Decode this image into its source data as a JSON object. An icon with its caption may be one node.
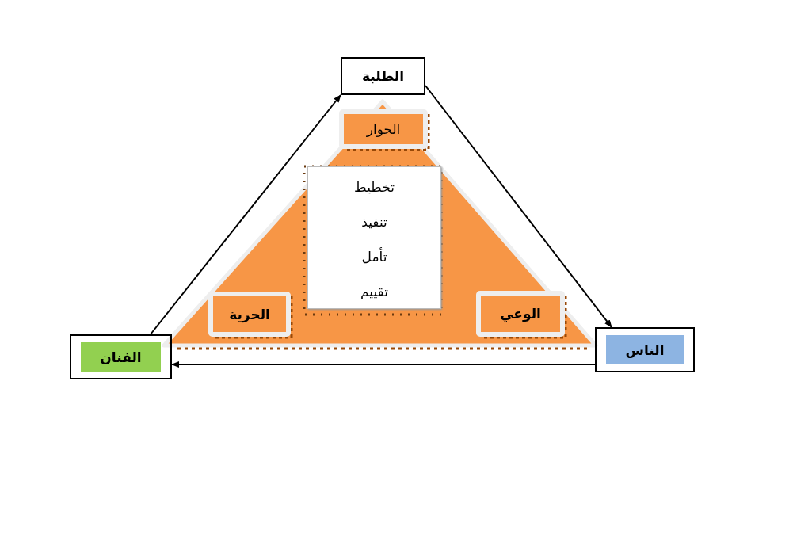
{
  "diagram": {
    "nodes": [
      {
        "text": [
          "الطلبة"
        ]
      },
      {
        "text": [
          "الحوار"
        ]
      },
      {
        "text": [
          "تخطيط",
          "تنفيذ",
          "تأمل",
          "تقييم"
        ]
      },
      {
        "text": [
          "الحرية"
        ]
      },
      {
        "text": [
          "الوعي"
        ]
      },
      {
        "text": [
          "الفنان"
        ]
      },
      {
        "text": [
          "الناس"
        ]
      }
    ],
    "edges": [
      {
        "from": 5,
        "to": 0,
        "arrow": "to"
      },
      {
        "from": 0,
        "to": 6,
        "arrow": "to"
      },
      {
        "from": 6,
        "to": 5,
        "arrow": "to"
      }
    ]
  }
}
